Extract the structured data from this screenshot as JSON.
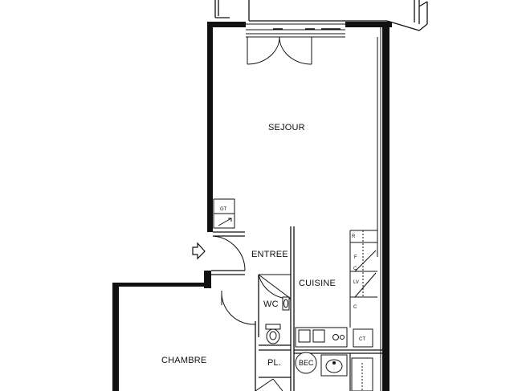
{
  "rooms": {
    "sejour": "SEJOUR",
    "entree": "ENTREE",
    "cuisine": "CUISINE",
    "wc": "WC",
    "chambre": "CHAMBRE",
    "placard": "PL.",
    "bec": "BEC"
  },
  "equipment": {
    "gt_label": "GT",
    "ct_label": "CT",
    "cuisine_markers": [
      "R",
      "F",
      "C",
      "LV",
      "C"
    ]
  },
  "icons": {
    "entry_arrow": "entry-arrow-icon",
    "wc_toilet": "toilet-icon",
    "kitchen_sink": "sink-icon",
    "bathroom_basin": "basin-icon"
  }
}
